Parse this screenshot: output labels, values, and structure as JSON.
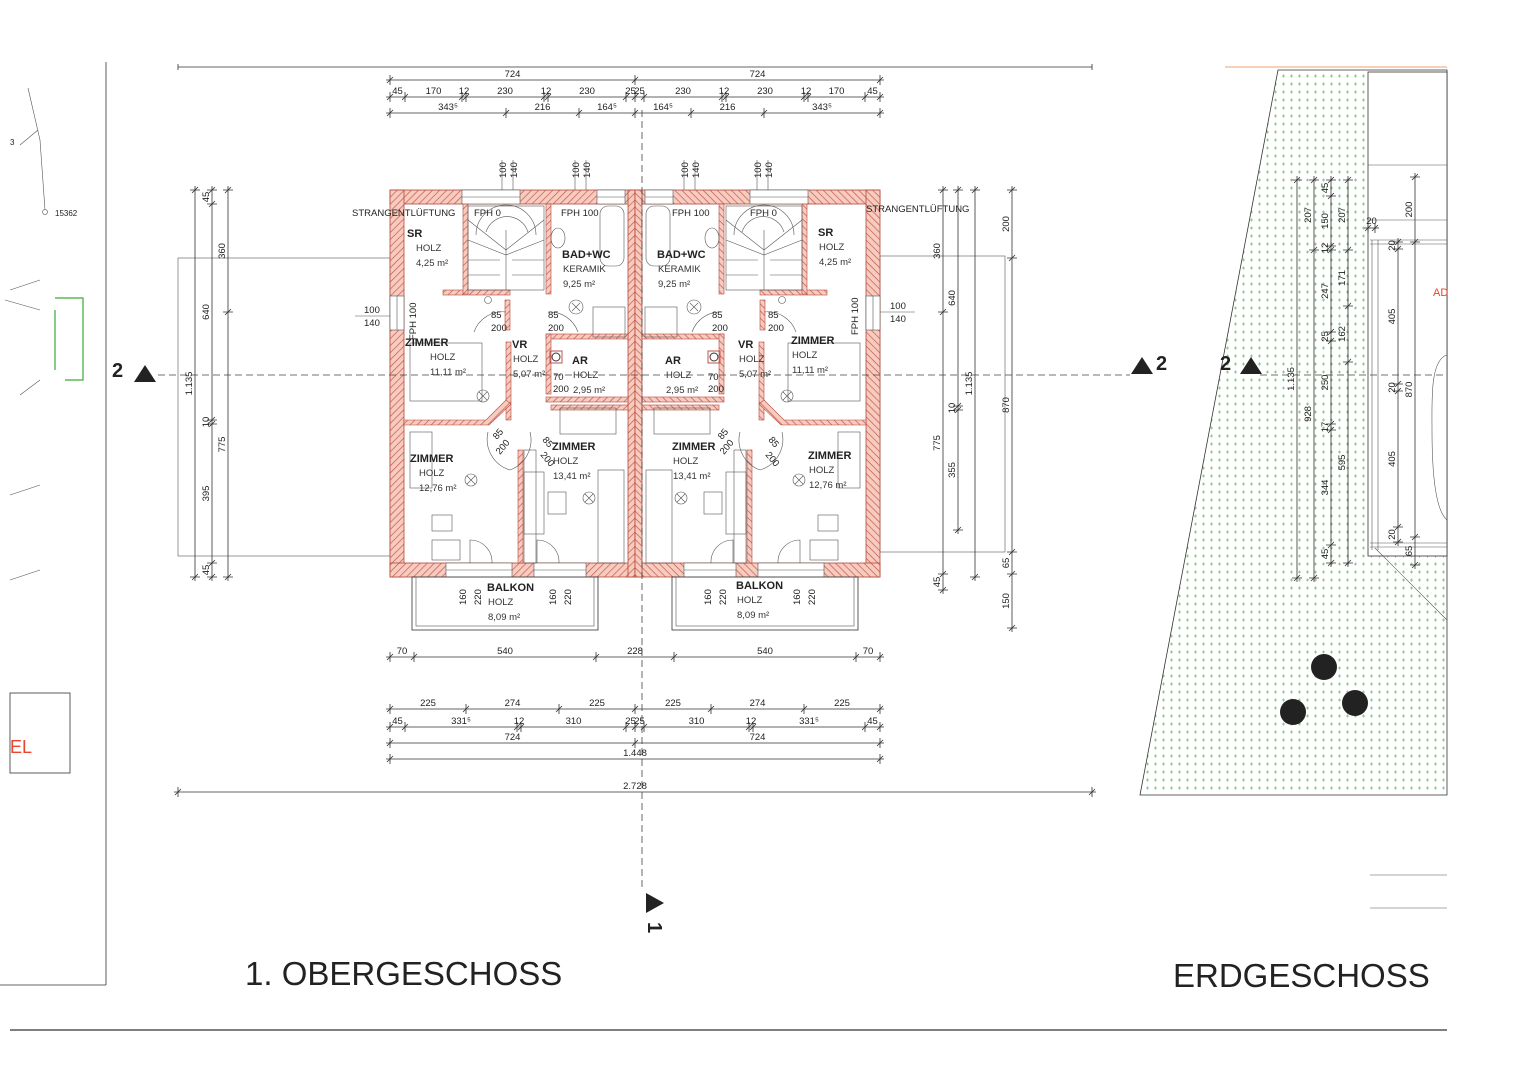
{
  "titles": {
    "upper_floor": "1. OBERGESCHOSS",
    "ground_floor": "ERDGESCHOSS"
  },
  "section_markers": {
    "section_2": "2",
    "section_1": "1"
  },
  "colors": {
    "wall_hatch": "#c0504d",
    "wall_fill": "#f7cbbd",
    "garden_green": "#7fc97f",
    "accent_red": "#e8452c"
  },
  "survey": {
    "parcel_number": "15362",
    "point_label": "3",
    "legend_fragment": "EL"
  },
  "units": [
    {
      "rooms": [
        {
          "name": "SR",
          "floor": "HOLZ",
          "area": "4,25 m²"
        },
        {
          "name": "BAD+WC",
          "floor": "KERAMIK",
          "area": "9,25 m²"
        },
        {
          "name": "ZIMMER",
          "floor": "HOLZ",
          "area": "11,11 m²"
        },
        {
          "name": "VR",
          "floor": "HOLZ",
          "area": "5,07 m²"
        },
        {
          "name": "AR",
          "floor": "HOLZ",
          "area": "2,95 m²"
        },
        {
          "name": "ZIMMER",
          "floor": "HOLZ",
          "area": "12,76 m²"
        },
        {
          "name": "ZIMMER",
          "floor": "HOLZ",
          "area": "13,41 m²"
        },
        {
          "name": "BALKON",
          "floor": "HOLZ",
          "area": "8,09 m²"
        }
      ]
    },
    {
      "rooms": [
        {
          "name": "SR",
          "floor": "HOLZ",
          "area": "4,25 m²"
        },
        {
          "name": "BAD+WC",
          "floor": "KERAMIK",
          "area": "9,25 m²"
        },
        {
          "name": "ZIMMER",
          "floor": "HOLZ",
          "area": "11,11 m²"
        },
        {
          "name": "VR",
          "floor": "HOLZ",
          "area": "5,07 m²"
        },
        {
          "name": "AR",
          "floor": "HOLZ",
          "area": "2,95 m²"
        },
        {
          "name": "ZIMMER",
          "floor": "HOLZ",
          "area": "12,76 m²"
        },
        {
          "name": "ZIMMER",
          "floor": "HOLZ",
          "area": "13,41 m²"
        },
        {
          "name": "BALKON",
          "floor": "HOLZ",
          "area": "8,09 m²"
        }
      ]
    }
  ],
  "annotations": {
    "fph": [
      "FPH 0",
      "FPH 100",
      "FPH 100",
      "FPH 0",
      "FPH 100",
      "FPH 100"
    ],
    "doors": [
      "85",
      "200",
      "85",
      "200",
      "85",
      "200",
      "85",
      "200",
      "70",
      "200",
      "70",
      "200",
      "85",
      "200",
      "85",
      "200",
      "85",
      "200",
      "85",
      "200"
    ],
    "windows_top": [
      "100",
      "140",
      "100",
      "140",
      "100",
      "140",
      "100",
      "140"
    ],
    "windows_side": [
      "100",
      "140",
      "100",
      "140"
    ],
    "balcony_doors": [
      "160",
      "220",
      "160",
      "220",
      "160",
      "220",
      "160",
      "220"
    ],
    "vent": [
      "STRANGENTLÜFTUNG",
      "STRANGENTLÜFTUNG"
    ]
  },
  "dims": {
    "top_overall": [
      "724",
      "724"
    ],
    "top_detail": [
      "45",
      "170",
      "12",
      "230",
      "12",
      "230",
      "25",
      "25",
      "230",
      "12",
      "230",
      "12",
      "170",
      "45"
    ],
    "top_axes": [
      "343⁵",
      "216",
      "164⁵",
      "164⁵",
      "216",
      "343⁵"
    ],
    "bottom_balcony": [
      "70",
      "540",
      "228",
      "540",
      "70"
    ],
    "bottom_openings": [
      "225",
      "274",
      "225",
      "225",
      "274",
      "225"
    ],
    "bottom_detail": [
      "45",
      "331⁵",
      "12",
      "310",
      "25",
      "25",
      "310",
      "12",
      "331⁵",
      "45"
    ],
    "bottom_units": [
      "724",
      "724"
    ],
    "bottom_building": [
      "1.448"
    ],
    "bottom_site": [
      "2.728"
    ],
    "left_total": [
      "1.135"
    ],
    "left_detail": [
      "45",
      "640",
      "10",
      "395",
      "45"
    ],
    "left_axes": [
      "360",
      "775"
    ],
    "right_axes": [
      "360",
      "775",
      "45"
    ],
    "right_detail": [
      "640",
      "10",
      "355"
    ],
    "right_total": [
      "1.135"
    ],
    "right_outer": [
      "200",
      "870",
      "65",
      "150"
    ],
    "ground_a": [
      "1.135"
    ],
    "ground_b": [
      "207",
      "928"
    ],
    "ground_c": [
      "45",
      "150",
      "12",
      "247",
      "25",
      "250",
      "17",
      "344",
      "45"
    ],
    "ground_d": [
      "207",
      "171",
      "162",
      "595"
    ],
    "ground_e": [
      "20",
      "405",
      "20",
      "405",
      "20"
    ],
    "ground_f": [
      "200",
      "870",
      "65"
    ],
    "ground_g": [
      "20"
    ],
    "ground_label": "AD"
  }
}
